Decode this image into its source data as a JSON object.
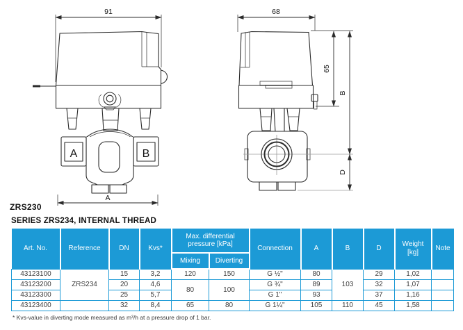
{
  "section_title": "SERIES ZRS234, INTERNAL THREAD",
  "diagram": {
    "model_label": "ZRS230",
    "front_view": {
      "width_dim": "91",
      "bottom_dim": "A",
      "port_a": "A",
      "port_b": "B"
    },
    "side_view": {
      "width_dim": "68",
      "height_dim": "65",
      "dim_b": "B",
      "dim_d": "D"
    }
  },
  "table": {
    "headers": {
      "art_no": "Art. No.",
      "reference": "Reference",
      "dn": "DN",
      "kvs": "Kvs*",
      "max_diff": "Max. differential pressure [kPa]",
      "mixing": "Mixing",
      "diverting": "Diverting",
      "connection": "Connection",
      "a": "A",
      "b": "B",
      "d": "D",
      "weight": "Weight [kg]",
      "note": "Note"
    },
    "merged": {
      "reference": "ZRS234",
      "reference_row4": "",
      "b_rows_1_3": "103",
      "mixing_rows_2_3": "80",
      "diverting_rows_2_3": "100"
    },
    "rows": [
      {
        "art_no": "43123100",
        "dn": "15",
        "kvs": "3,2",
        "mixing": "120",
        "diverting": "150",
        "connection": "G ½\"",
        "a": "80",
        "d": "29",
        "weight": "1,02",
        "note": ""
      },
      {
        "art_no": "43123200",
        "dn": "20",
        "kvs": "4,6",
        "connection": "G ¾\"",
        "a": "89",
        "d": "32",
        "weight": "1,07",
        "note": ""
      },
      {
        "art_no": "43123300",
        "dn": "25",
        "kvs": "5,7",
        "connection": "G 1\"",
        "a": "93",
        "d": "37",
        "weight": "1,16",
        "note": ""
      },
      {
        "art_no": "43123400",
        "dn": "32",
        "kvs": "8,4",
        "mixing": "65",
        "diverting": "80",
        "connection": "G 1¼\"",
        "a": "105",
        "b": "110",
        "d": "45",
        "weight": "1,58",
        "note": ""
      }
    ]
  },
  "footnote": "* Kvs-value in diverting mode measured as m³/h at a pressure drop of 1 bar.",
  "colors": {
    "accent": "#1c9ad6",
    "header_text": "#ffffff",
    "line": "#2b2b2b"
  }
}
